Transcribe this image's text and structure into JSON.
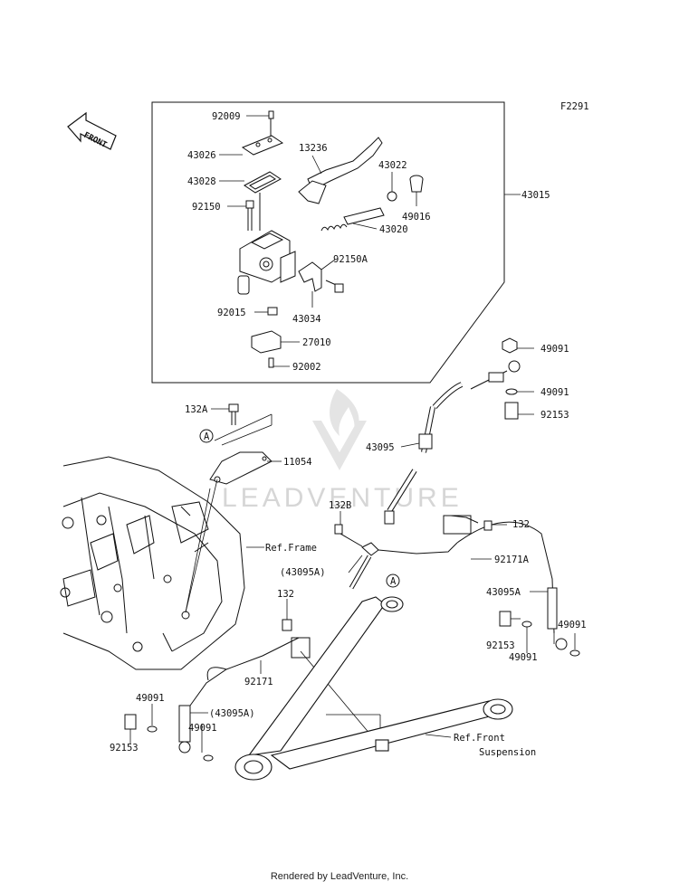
{
  "diagram": {
    "code": "F2291",
    "direction_label": "FRONT",
    "watermark": "LEADVENTURE",
    "labels": {
      "92009": "92009",
      "43026": "43026",
      "43028": "43028",
      "92150": "92150",
      "92015": "92015",
      "13236": "13236",
      "43022": "43022",
      "49016": "49016",
      "43020": "43020",
      "92150A": "92150A",
      "43034": "43034",
      "27010": "27010",
      "92002": "92002",
      "43015": "43015",
      "132A": "132A",
      "A1": "A",
      "11054": "11054",
      "ref_frame": "Ref.Frame",
      "49091_a": "49091",
      "49091_b": "49091",
      "92153_a": "92153",
      "43095": "43095",
      "132B": "132B",
      "132_a": "132",
      "92171A": "92171A",
      "43095A_a": "(43095A)",
      "A2": "A",
      "43095A_b": "43095A",
      "92153_b": "92153",
      "49091_c": "49091",
      "49091_d": "49091",
      "132_b": "132",
      "92171": "92171",
      "49091_e": "49091",
      "43095A_c": "(43095A)",
      "92153_c": "92153",
      "49091_f": "49091",
      "ref_front": "Ref.Front",
      "suspension": "Suspension"
    }
  },
  "footer": "Rendered by LeadVenture, Inc."
}
